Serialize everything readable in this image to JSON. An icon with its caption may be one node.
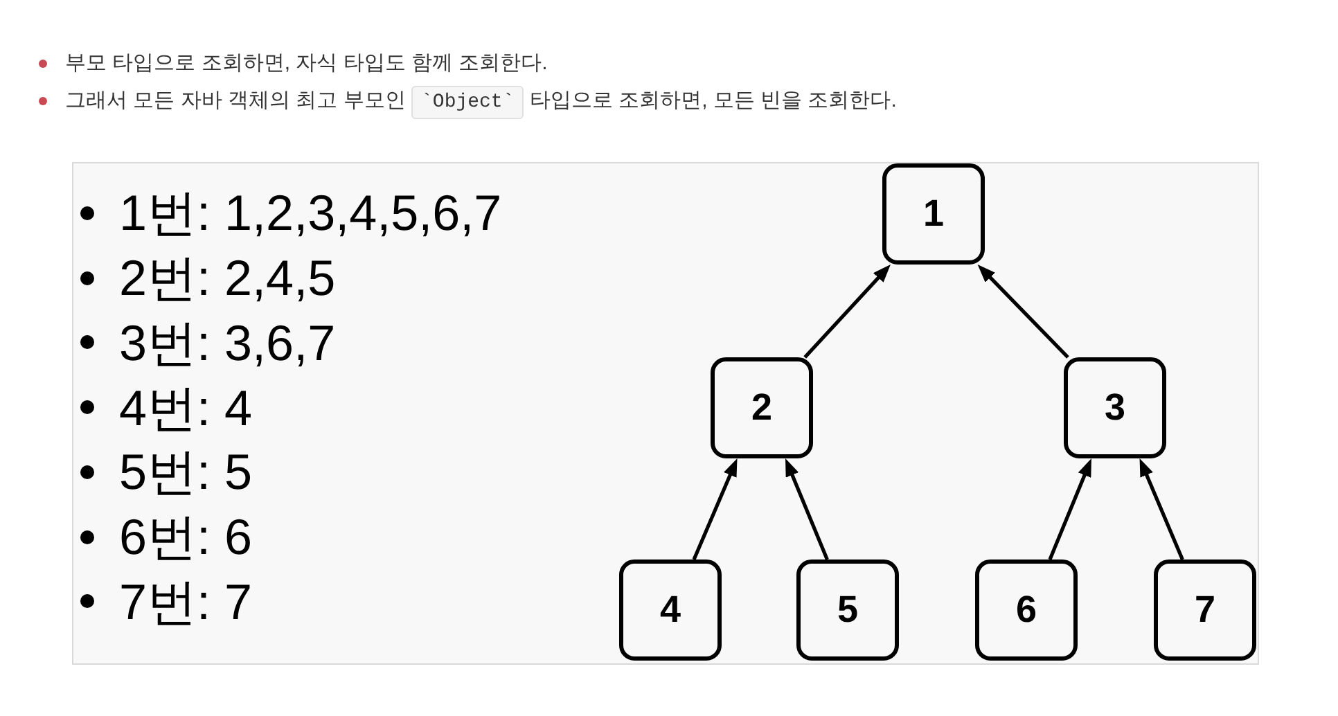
{
  "diagram": {
    "nodes": [
      {
        "text": [
          "1번: 1,2,3,4,5,6,7",
          "2번: 2,4,5",
          "3번: 3,6,7",
          "4번: 4",
          "5번: 5",
          "6번: 6",
          "7번: 7"
        ]
      },
      {
        "text": [
          "1"
        ],
        "in": 0
      },
      {
        "text": [
          "2"
        ],
        "in": 0
      },
      {
        "text": [
          "3"
        ],
        "in": 0
      },
      {
        "text": [
          "4"
        ],
        "in": 0
      },
      {
        "text": [
          "5"
        ],
        "in": 0
      },
      {
        "text": [
          "6"
        ],
        "in": 0
      },
      {
        "text": [
          "7"
        ],
        "in": 0
      }
    ],
    "edges": [
      {
        "from": 2,
        "to": 1,
        "arrow": "to"
      },
      {
        "from": 3,
        "to": 1,
        "arrow": "to"
      },
      {
        "from": 4,
        "to": 2,
        "arrow": "to"
      },
      {
        "from": 5,
        "to": 2,
        "arrow": "to"
      },
      {
        "from": 6,
        "to": 3,
        "arrow": "to"
      },
      {
        "from": 7,
        "to": 3,
        "arrow": "to"
      }
    ],
    "labels": [
      "부모 타입으로 조회하면, 자식 타입도 함께 조회한다.",
      "그래서 모든 자바 객체의 최고 부모인 `Object` 타입으로 조회하면, 모든 빈을 조회한다."
    ]
  }
}
